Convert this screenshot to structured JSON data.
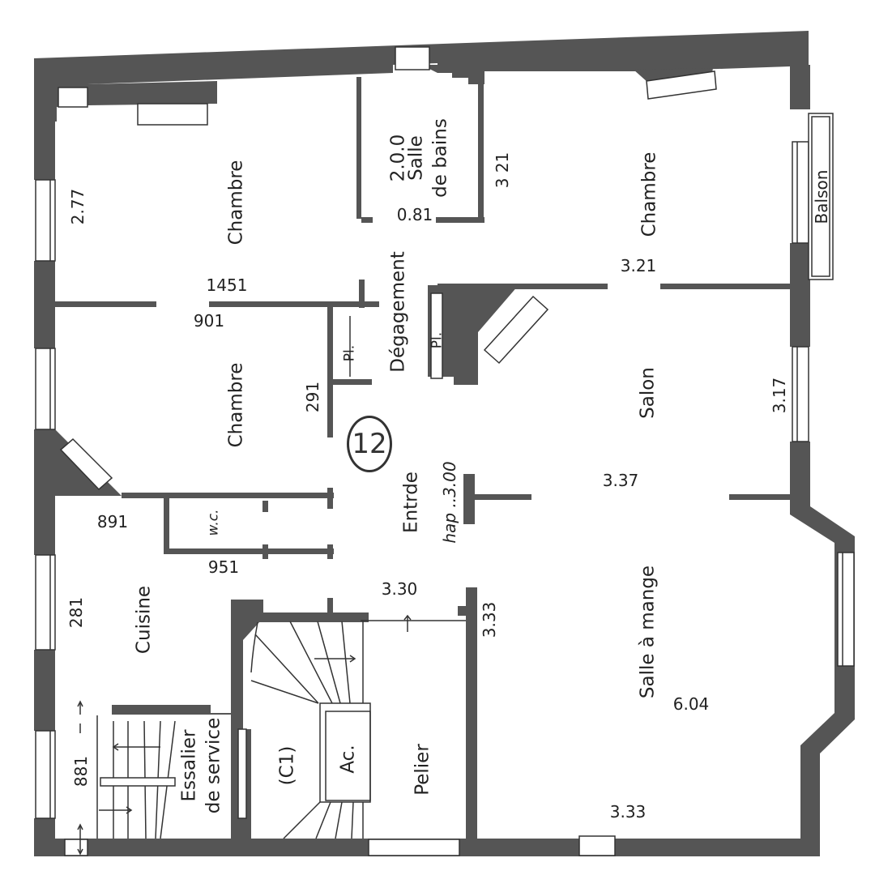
{
  "plan": {
    "unit_badge": "12",
    "colors": {
      "wall": "#555555",
      "line": "#333333",
      "background": "#ffffff"
    }
  },
  "rooms": {
    "chambre_top_left": "Chambre",
    "salle_de_bains_line1": "Salle",
    "salle_de_bains_line2": "de bains",
    "chambre_top_right": "Chambre",
    "balcon": "Balson",
    "degagement": "Dégagement",
    "placard_1": "Pl.",
    "placard_2": "Pl.",
    "chambre_middle_left": "Chambre",
    "salon": "Salon",
    "entree": "Entrde",
    "wc": "w.c.",
    "cuisine": "Cuisine",
    "salle_a_manger": "Salle à mange",
    "escalier_line1": "Essalier",
    "escalier_line2": "de service",
    "c1": "(C1)",
    "ascenseur": "Ac.",
    "palier": "Pelier"
  },
  "dimensions": {
    "d_277": "2.77",
    "d_200": "2.0.0",
    "d_081": "0.81",
    "d_321_v": "3 21",
    "d_321_h": "3.21",
    "d_1451": "1451",
    "d_901": "901",
    "d_291": "291",
    "d_317": "3.17",
    "d_hap300": "hap ..3.00",
    "d_337": "3.37",
    "d_891": "891",
    "d_951": "951",
    "d_281": "281",
    "d_330": "3.30",
    "d_333_v": "3.33",
    "d_604": "6.04",
    "d_881": "881",
    "d_333_h": "3.33"
  }
}
